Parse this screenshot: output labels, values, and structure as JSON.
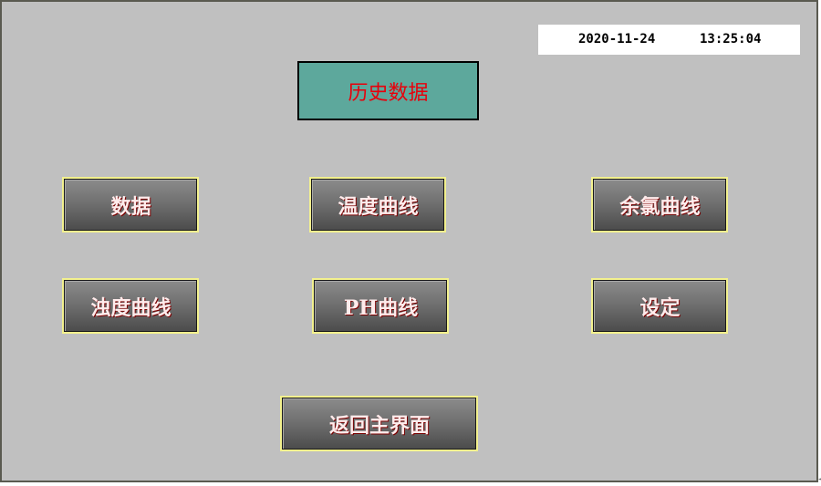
{
  "clock": {
    "date": "2020-11-24",
    "time": "13:25:04"
  },
  "title": "历史数据",
  "buttons": {
    "data": "数据",
    "temperature_curve": "温度曲线",
    "residual_chlorine_curve": "余氯曲线",
    "turbidity_curve": "浊度曲线",
    "ph_curve": "PH曲线",
    "settings": "设定",
    "back_to_main": "返回主界面"
  },
  "colors": {
    "background": "#c0c0c0",
    "title_bg": "#5da89c",
    "title_text": "#e8000b",
    "button_border": "#f3f18e",
    "button_text": "#ffecec"
  }
}
